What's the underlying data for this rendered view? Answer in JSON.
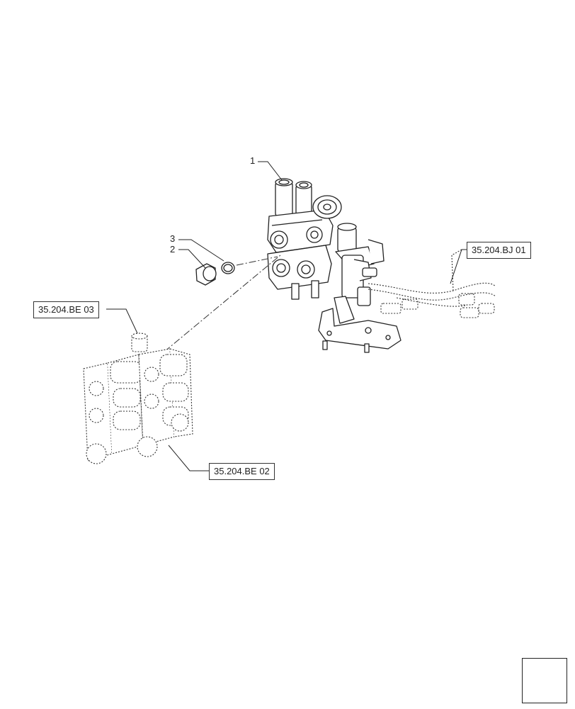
{
  "callouts": {
    "item_1": "1",
    "item_2": "2",
    "item_3": "3"
  },
  "references": {
    "bj01": "35.204.BJ 01",
    "be03": "35.204.BE 03",
    "be02": "35.204.BE 02"
  },
  "navigation": {
    "icon": "next-page-arrow-icon"
  }
}
